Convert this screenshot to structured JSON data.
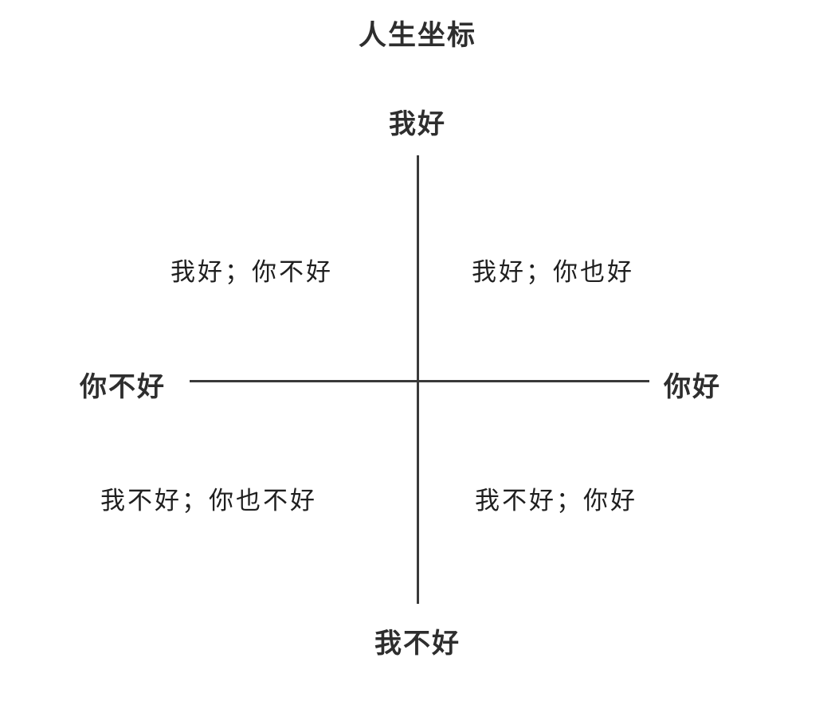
{
  "chart_data": {
    "type": "scatter",
    "title": "人生坐标",
    "xlabel": "",
    "ylabel": "",
    "grid": false,
    "legend": "none",
    "axes": {
      "vertical": {
        "positive_label": "我好",
        "negative_label": "我不好"
      },
      "horizontal": {
        "positive_label": "你好",
        "negative_label": "你不好"
      }
    },
    "quadrants": [
      {
        "id": "q1",
        "position": "top-right",
        "label": "我好；你也好",
        "x_sign": "positive",
        "y_sign": "positive"
      },
      {
        "id": "q2",
        "position": "top-left",
        "label": "我好；你不好",
        "x_sign": "negative",
        "y_sign": "positive"
      },
      {
        "id": "q3",
        "position": "bottom-left",
        "label": "我不好；你也不好",
        "x_sign": "negative",
        "y_sign": "negative"
      },
      {
        "id": "q4",
        "position": "bottom-right",
        "label": "我不好；你好",
        "x_sign": "positive",
        "y_sign": "negative"
      }
    ],
    "colors": {
      "background": "#ffffff",
      "axis": "#3a3a3a",
      "title_text": "#2e2e2e",
      "axis_label_text": "#2e2e2e",
      "quadrant_text": "#1f1f1f"
    }
  }
}
